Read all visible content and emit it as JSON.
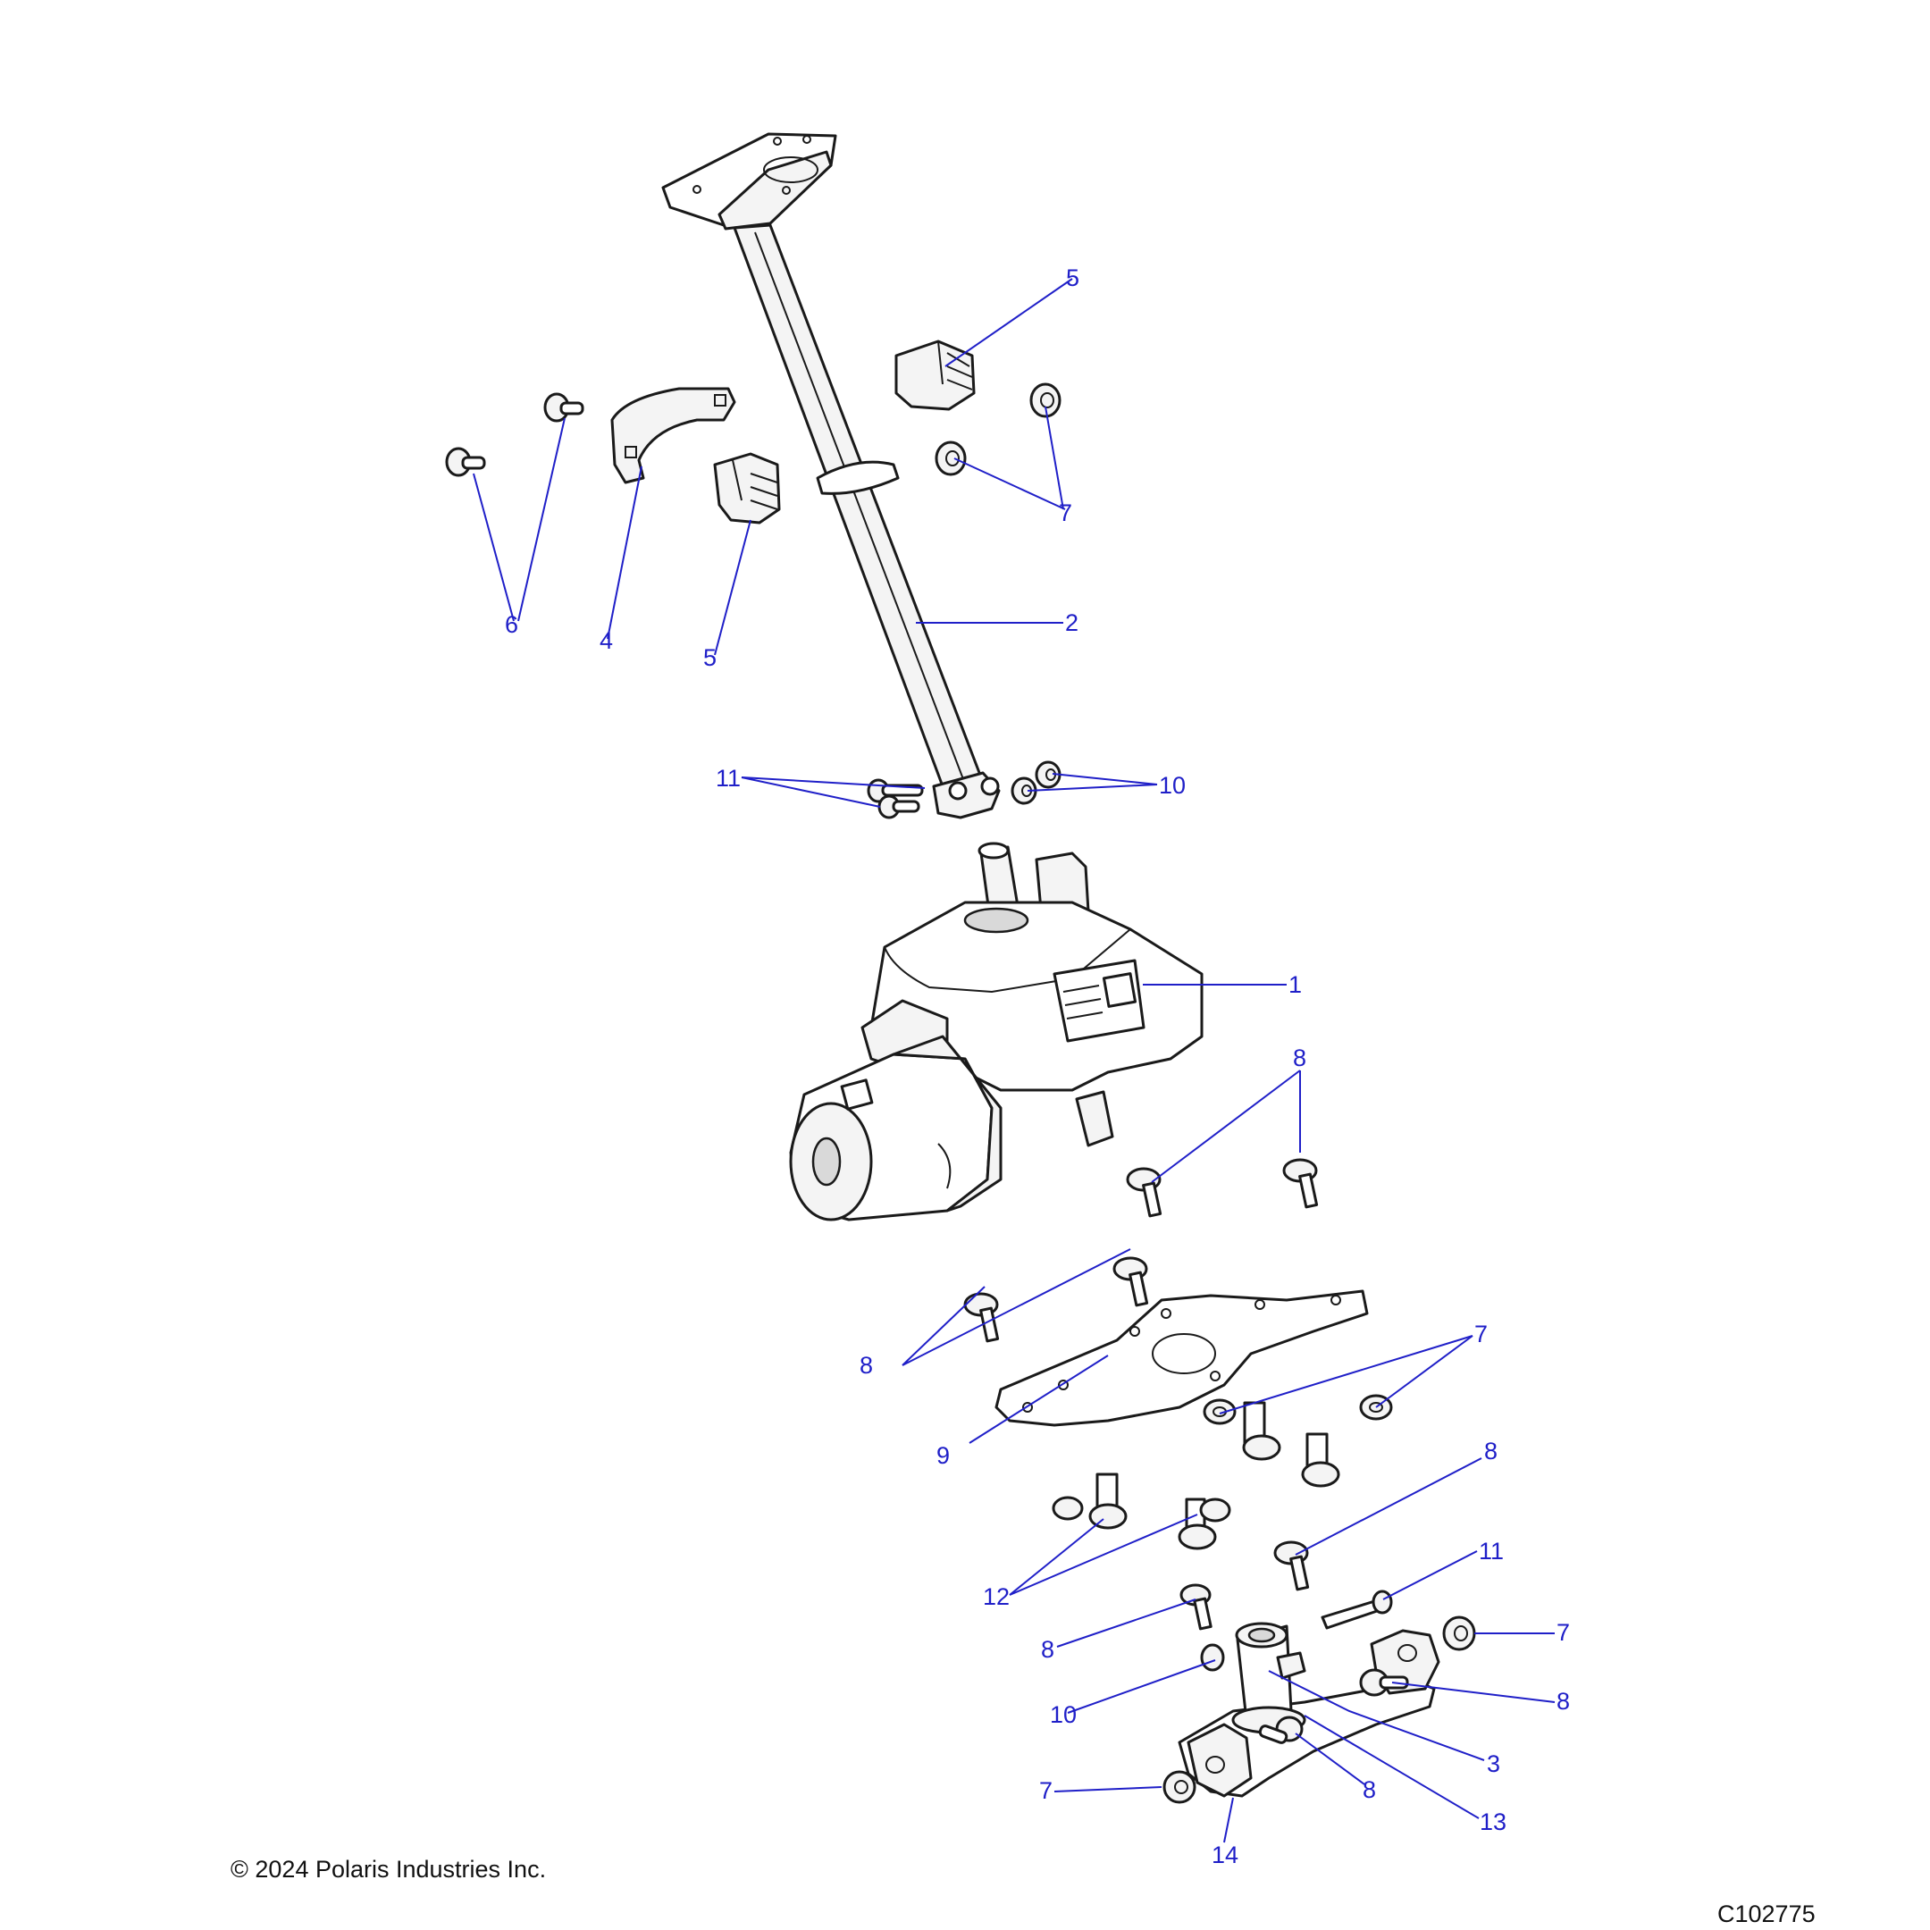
{
  "callouts": [
    {
      "id": "c1",
      "label": "1"
    },
    {
      "id": "c2",
      "label": "2"
    },
    {
      "id": "c3",
      "label": "3"
    },
    {
      "id": "c4",
      "label": "4"
    },
    {
      "id": "c5a",
      "label": "5"
    },
    {
      "id": "c5b",
      "label": "5"
    },
    {
      "id": "c6",
      "label": "6"
    },
    {
      "id": "c7a",
      "label": "7"
    },
    {
      "id": "c7b",
      "label": "7"
    },
    {
      "id": "c7c",
      "label": "7"
    },
    {
      "id": "c7d",
      "label": "7"
    },
    {
      "id": "c8a",
      "label": "8"
    },
    {
      "id": "c8b",
      "label": "8"
    },
    {
      "id": "c8c",
      "label": "8"
    },
    {
      "id": "c8d",
      "label": "8"
    },
    {
      "id": "c8e",
      "label": "8"
    },
    {
      "id": "c8f",
      "label": "8"
    },
    {
      "id": "c9",
      "label": "9"
    },
    {
      "id": "c10a",
      "label": "10"
    },
    {
      "id": "c10b",
      "label": "10"
    },
    {
      "id": "c11a",
      "label": "11"
    },
    {
      "id": "c11b",
      "label": "11"
    },
    {
      "id": "c12",
      "label": "12"
    },
    {
      "id": "c13",
      "label": "13"
    },
    {
      "id": "c14",
      "label": "14"
    }
  ],
  "copyright": "© 2024 Polaris Industries Inc.",
  "figure_id": "C102775",
  "colors": {
    "callout": "#1f1fc8",
    "line": "#1a1a1a"
  }
}
